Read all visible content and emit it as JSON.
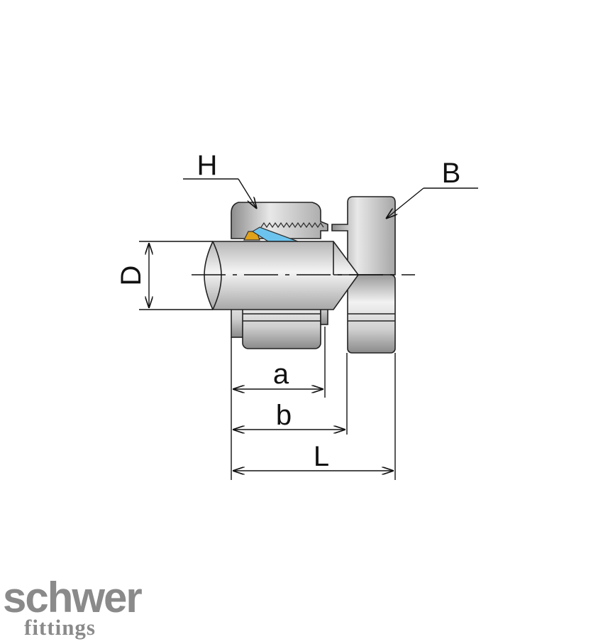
{
  "labels": {
    "H": "H",
    "B": "B",
    "D": "D",
    "a": "a",
    "b": "b",
    "L": "L"
  },
  "logo": {
    "name": "schwer",
    "sub": "fittings"
  },
  "colors": {
    "steel_light": "#e4e4e4",
    "steel_mid": "#bdbdbd",
    "steel_dark": "#8d8d8d",
    "ring_gold": "#e0a21a",
    "ferrule_blue": "#6cc4ee",
    "logo_gray": "#8a8a8a"
  }
}
